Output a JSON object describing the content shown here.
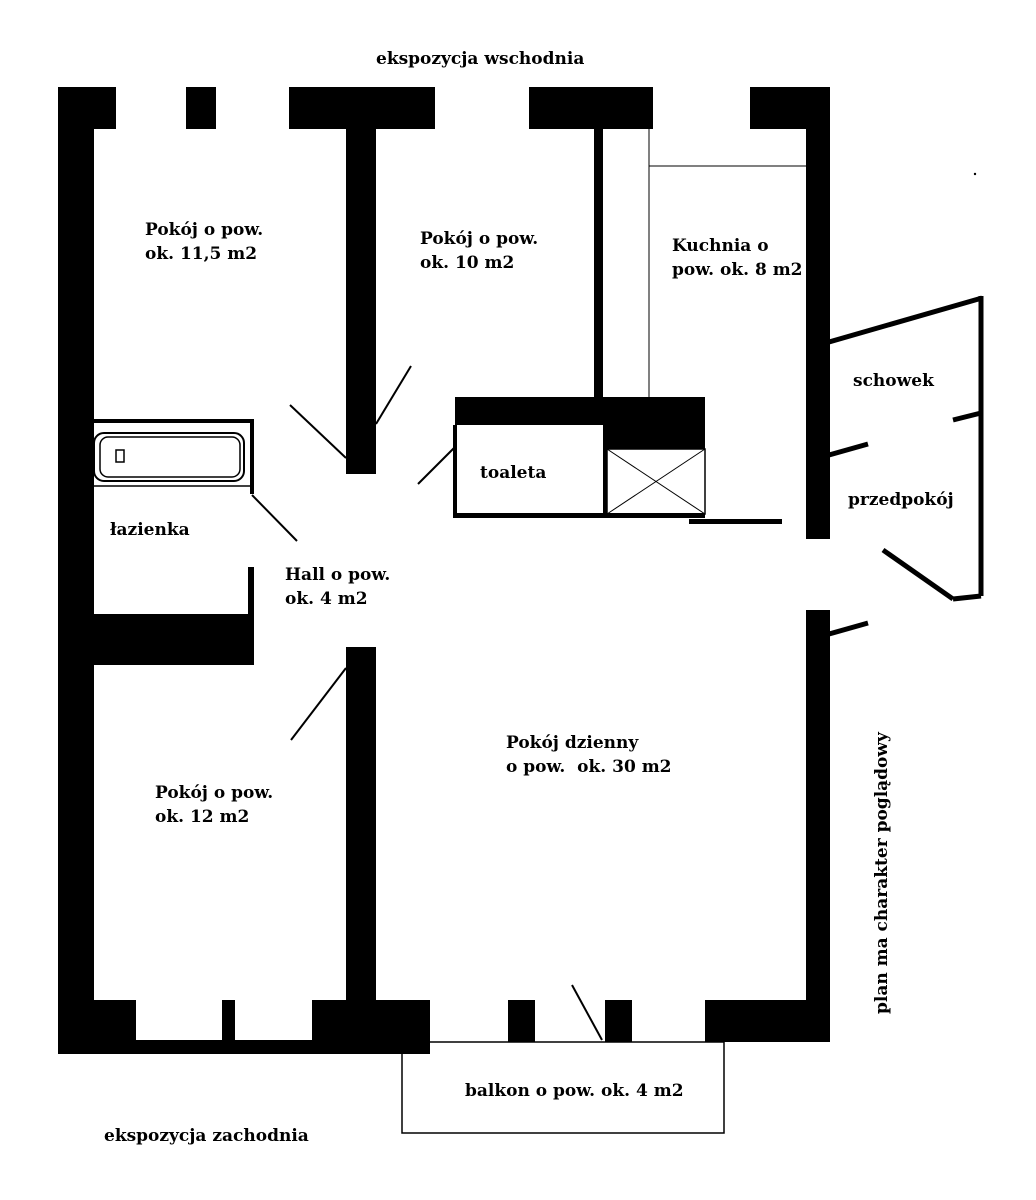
{
  "exposure_top": "ekspozycja wschodnia",
  "exposure_bottom": "ekspozycja zachodnia",
  "disclaimer": "plan ma charakter poglądowy",
  "rooms": {
    "room_11_5": {
      "line1": "Pokój o pow.",
      "line2": "ok. 11,5 m2"
    },
    "room_10": {
      "line1": "Pokój o pow.",
      "line2": "ok. 10 m2"
    },
    "kitchen": {
      "line1": "Kuchnia o",
      "line2": "pow. ok. 8 m2"
    },
    "storage": {
      "line1": "schowek"
    },
    "toilet": {
      "line1": "toaleta"
    },
    "vestibule": {
      "line1": "przedpokój"
    },
    "bathroom": {
      "line1": "łazienka"
    },
    "hall": {
      "line1": "Hall o pow.",
      "line2": "ok. 4 m2"
    },
    "room_12": {
      "line1": "Pokój o pow.",
      "line2": "ok. 12 m2"
    },
    "living": {
      "line1": "Pokój dzienny",
      "line2": "o pow.  ok. 30 m2"
    },
    "balcony": {
      "line1": "balkon o pow. ok. 4 m2"
    }
  }
}
